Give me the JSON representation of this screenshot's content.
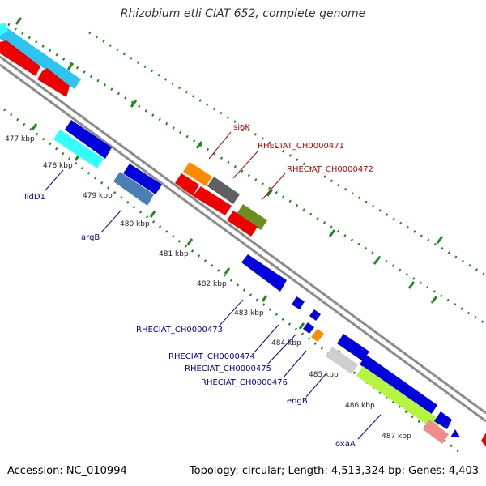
{
  "title": "Rhizobium etli CIAT 652, complete genome",
  "footer": {
    "accession": "Accession: NC_010994",
    "summary": "Topology: circular; Length: 4,513,324 bp; Genes: 4,403"
  },
  "ticks": [
    "477 kbp",
    "478 kbp",
    "479 kbp",
    "480 kbp",
    "481 kbp",
    "482 kbp",
    "483 kbp",
    "484 kbp",
    "485 kbp",
    "486 kbp",
    "487 kbp"
  ],
  "gene_labels": {
    "sigK": "sigK",
    "ch471": "RHECIAT_CH0000471",
    "ch472": "RHECIAT_CH0000472",
    "lldD1": "lldD1",
    "argB": "argB",
    "ch473": "RHECIAT_CH0000473",
    "ch474": "RHECIAT_CH0000474",
    "ch475": "RHECIAT_CH0000475",
    "ch476": "RHECIAT_CH0000476",
    "engB": "engB",
    "oxaA": "oxaA"
  },
  "colors": {
    "backbone": "#8c8c8c",
    "tick_green": "#1f8a1f",
    "reverse_label": "#c00000",
    "forward_label": "#0000aa",
    "cds_red": "#ee0000",
    "cds_blue": "#0000dd",
    "cyan": "#33ffff",
    "sky": "#2ec4f0",
    "orange": "#ff8c00",
    "dark_gray": "#606060",
    "olive": "#6b8e23",
    "steel_blue": "#4a7fb5",
    "light_gray": "#cfcfcf",
    "lime": "#b5f542",
    "pink": "#f08c8c"
  }
}
